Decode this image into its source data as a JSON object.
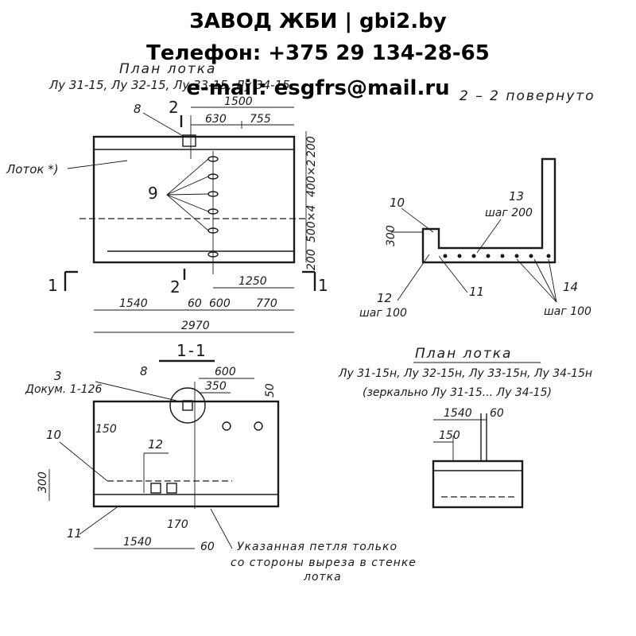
{
  "header": {
    "company": "ЗАВОД ЖБИ | gbi2.by",
    "phone": "Телефон: +375 29 134-28-65",
    "email": "e-mail: esgfrs@mail.ru"
  },
  "plan": {
    "title": "План лотка",
    "subtitle": "Лу 31-15, Лу 32-15, Лу 33-15, Лу 34-15",
    "tray_label": "Лоток *)",
    "callout_8": "8",
    "callout_9": "9",
    "section_mark": "2",
    "section_mark_bottom": "2",
    "cut_left": "1",
    "cut_right": "1",
    "dims": {
      "d1500": "1500",
      "d630": "630",
      "d755": "755",
      "d200a": "200",
      "d400x2": "400×2",
      "d500x4": "500×4",
      "d200b": "200",
      "d1250": "1250",
      "d1540": "1540",
      "d60": "60",
      "d600": "600",
      "d770": "770",
      "d2970": "2970"
    }
  },
  "section22": {
    "title": "2 – 2 повернуто",
    "n10": "10",
    "n13": "13",
    "step200": "шаг 200",
    "d300": "300",
    "n12": "12",
    "step100a": "шаг 100",
    "n11": "11",
    "n14": "14",
    "step100b": "шаг 100"
  },
  "section11": {
    "title": "1-1",
    "n3": "3",
    "doc": "Докум. 1-126",
    "n8": "8",
    "d600": "600",
    "d350": "350",
    "d50": "50",
    "n10": "10",
    "d150": "150",
    "n12": "12",
    "d300": "300",
    "n11": "11",
    "d170": "170",
    "d1540": "1540",
    "d60": "60",
    "note1": "Указанная петля только",
    "note2": "со стороны выреза в стенке",
    "note3": "лотка"
  },
  "plan2": {
    "title": "План лотка",
    "line1": "Лу 31-15н, Лу 32-15н, Лу 33-15н, Лу 34-15н",
    "line2": "(зеркально  Лу 31-15... Лу 34-15)",
    "d1540": "1540",
    "d60": "60",
    "d150": "150"
  }
}
